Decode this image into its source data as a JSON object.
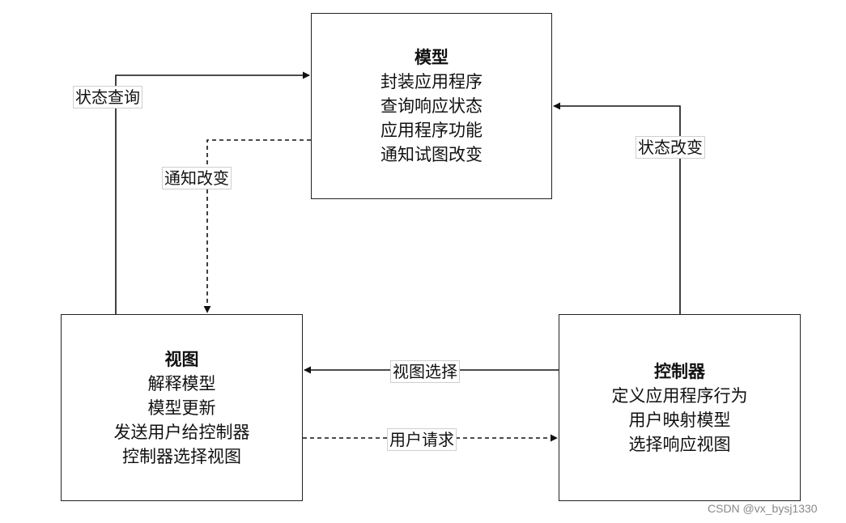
{
  "model": {
    "title": "模型",
    "lines": [
      "封装应用程序",
      "查询响应状态",
      "应用程序功能",
      "通知试图改变"
    ]
  },
  "view": {
    "title": "视图",
    "lines": [
      "解释模型",
      "模型更新",
      "发送用户给控制器",
      "控制器选择视图"
    ]
  },
  "controller": {
    "title": "控制器",
    "lines": [
      "定义应用程序行为",
      "用户映射模型",
      "选择响应视图"
    ]
  },
  "arrows": {
    "status_query": "状态查询",
    "notify_change": "通知改变",
    "status_change": "状态改变",
    "view_select": "视图选择",
    "user_request": "用户请求"
  },
  "watermark": "CSDN @vx_bysj1330"
}
